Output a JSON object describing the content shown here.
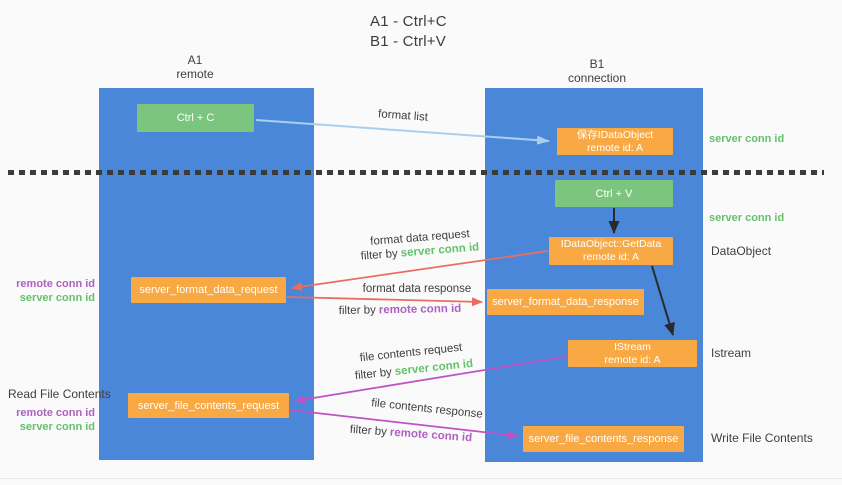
{
  "title": {
    "line1": "A1 - Ctrl+C",
    "line2": "B1 - Ctrl+V"
  },
  "lifelines": {
    "a1": {
      "name": "A1",
      "role": "remote"
    },
    "b1": {
      "name": "B1",
      "role": "connection"
    }
  },
  "nodes": {
    "ctrl_c": {
      "label": "Ctrl + C"
    },
    "ctrl_v": {
      "label": "Ctrl + V"
    },
    "save_idataobject": {
      "line1": "保存IDataObject",
      "line2": "remote id: A"
    },
    "getdata": {
      "line1": "IDataObject::GetData",
      "line2": "remote id: A"
    },
    "istream": {
      "line1": "IStream",
      "line2": "remote id: A"
    },
    "format_request": {
      "label": "server_format_data_request"
    },
    "format_response": {
      "label": "server_format_data_response"
    },
    "file_request": {
      "label": "server_file_contents_request"
    },
    "file_response": {
      "label": "server_file_contents_response"
    }
  },
  "flows": {
    "format_list": {
      "label": "format list"
    },
    "format_data_request": {
      "label": "format data request",
      "filter_prefix": "filter by",
      "filter_key": "server conn id"
    },
    "format_data_response": {
      "label": "format data response",
      "filter_prefix": "filter by",
      "filter_key": "remote conn id"
    },
    "file_contents_request": {
      "label": "file contents request",
      "filter_prefix": "filter by",
      "filter_key": "server conn id"
    },
    "file_contents_response": {
      "label": "file contents response",
      "filter_prefix": "filter by",
      "filter_key": "remote conn id"
    }
  },
  "side_labels": {
    "server_conn_id_top": "server conn id",
    "server_conn_id_mid": "server conn id",
    "dataobject": "DataObject",
    "istream": "Istream",
    "write_file_contents": "Write File Contents",
    "read_file_contents": "Read File Contents",
    "format_remote_conn_id": "remote conn id",
    "format_server_conn_id": "server conn id",
    "file_remote_conn_id": "remote conn id",
    "file_server_conn_id": "server conn id"
  },
  "colors": {
    "background": "#fafafa",
    "lifeline_blue": "#4b87d8",
    "node_green": "#7cc57e",
    "node_orange": "#f8a943",
    "arrow_lightblue": "#aacfee",
    "arrow_black": "#2a2a2a",
    "arrow_red": "#e96e62",
    "arrow_magenta": "#bf53c5",
    "text_dark": "#3f3f3f",
    "text_green": "#64c16b",
    "text_purple": "#ae5fc2",
    "divider_dark": "#3b3b3b"
  }
}
